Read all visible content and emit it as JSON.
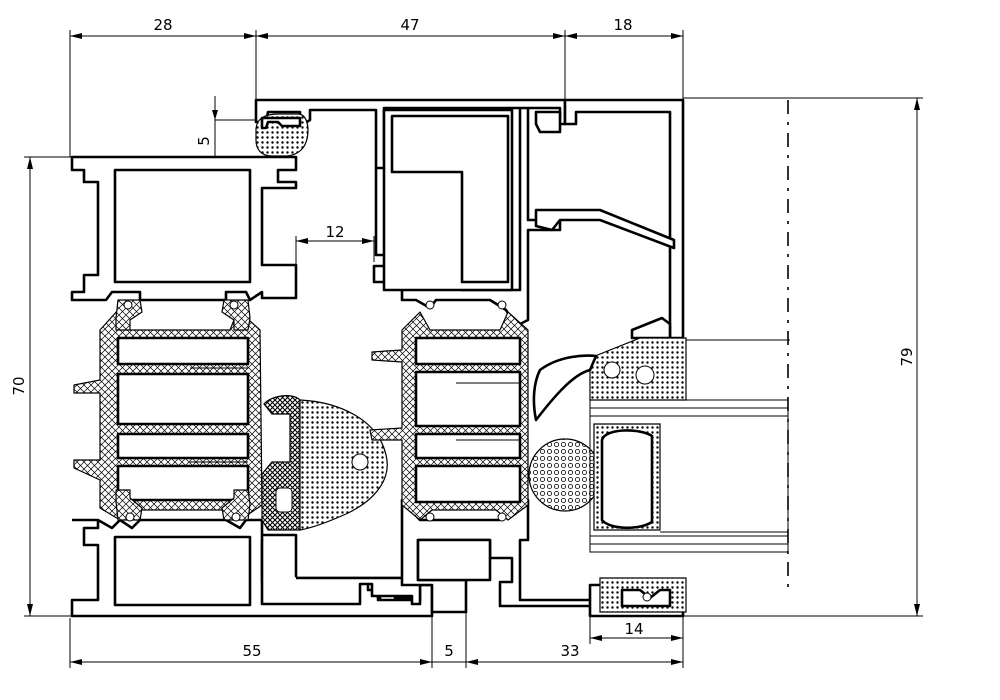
{
  "drawing": {
    "dimensions_top": [
      "28",
      "47",
      "18"
    ],
    "dimensions_bottom": [
      "55",
      "5",
      "33",
      "14"
    ],
    "dimension_left": "70",
    "dimension_right": "79",
    "dimension_inner_small": "5",
    "dimension_inner_middle": "12"
  }
}
